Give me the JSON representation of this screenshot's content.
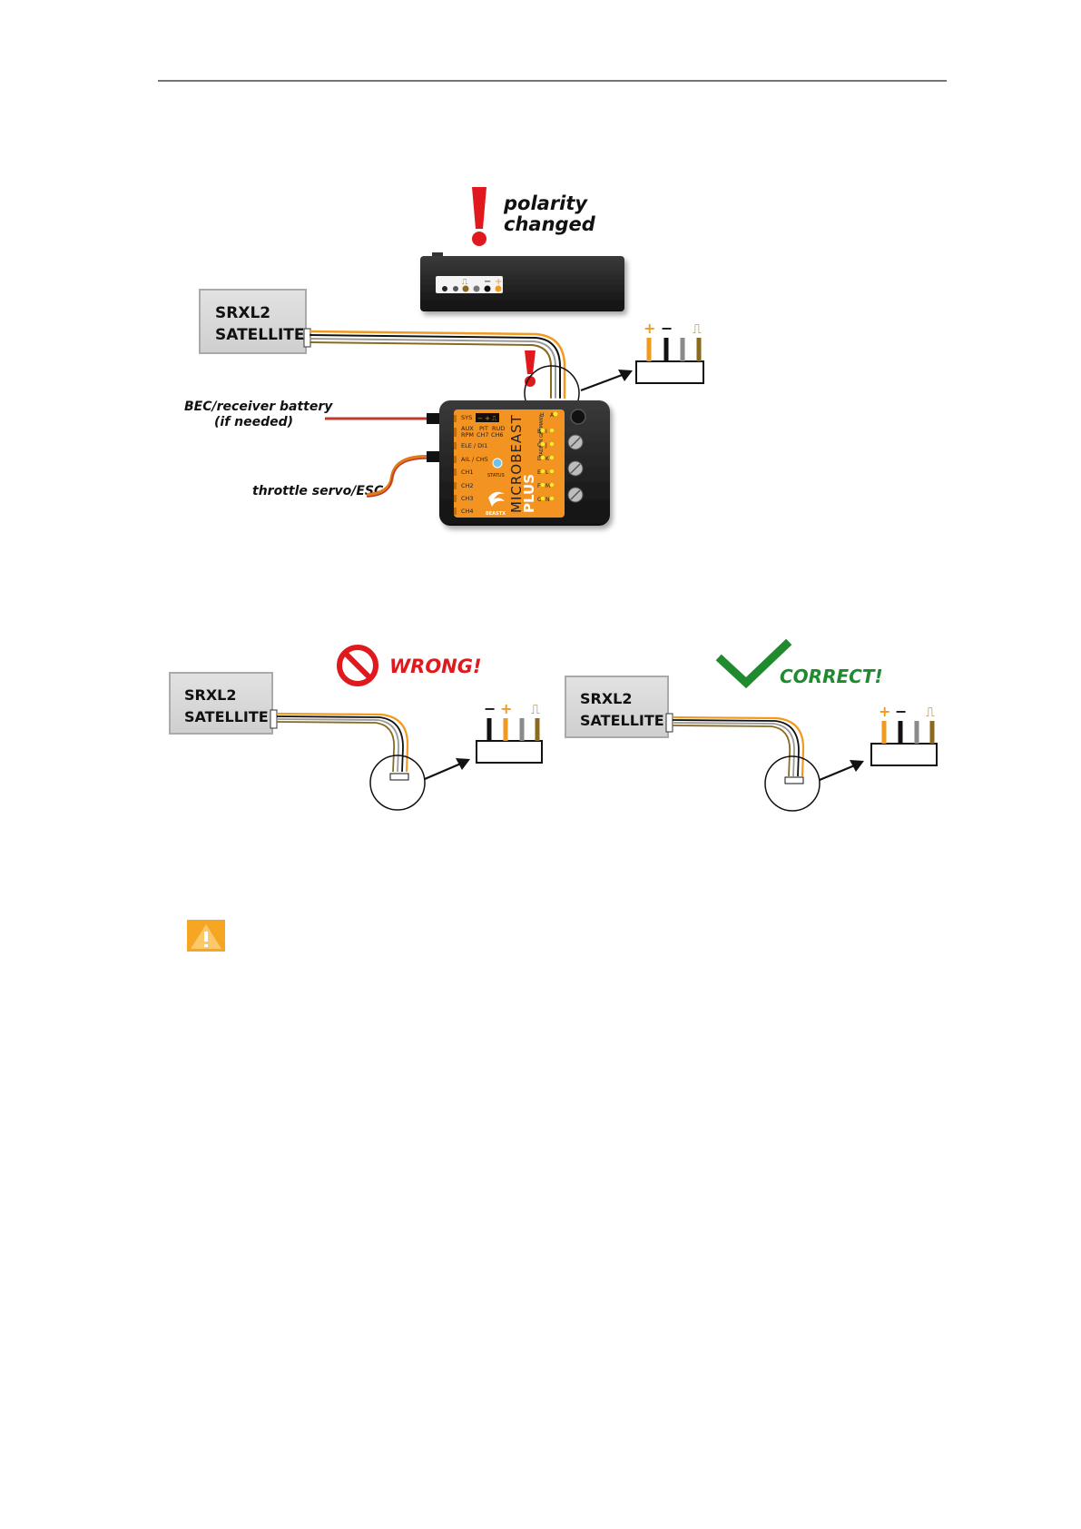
{
  "top_diagram": {
    "polarity_note_line1": "polarity",
    "polarity_note_line2": "changed",
    "satellite_line1": "SRXL2",
    "satellite_line2": "SATELLITE",
    "bec_line1": "BEC/receiver battery",
    "bec_line2": "(if needed)",
    "throttle_label": "throttle servo/ESC",
    "device": {
      "brand_line1": "MICROBEAST",
      "brand_line2": "PLUS",
      "made_in": "MADE IN GERMANY",
      "status": "STATUS",
      "maker": "BEASTX",
      "ports_left": [
        "SYS",
        "AUX",
        "RPM",
        "PIT",
        "CH7",
        "RUD",
        "CH6",
        "ELE / DI1",
        "AIL / CH5",
        "CH1",
        "CH2",
        "CH3",
        "CH4"
      ],
      "sys_symbols": "− + ⎍",
      "led_letters": [
        "A",
        "B",
        "C",
        "D",
        "E",
        "F",
        "G",
        "H",
        "I",
        "J",
        "K",
        "L",
        "M",
        "N"
      ]
    },
    "connector_symbols": [
      "+",
      "−",
      "⎍"
    ]
  },
  "wrong_diagram": {
    "verdict": "WRONG!",
    "satellite_line1": "SRXL2",
    "satellite_line2": "SATELLITE",
    "connector_symbols": [
      "−",
      "+",
      "⎍"
    ]
  },
  "correct_diagram": {
    "verdict": "CORRECT!",
    "satellite_line1": "SRXL2",
    "satellite_line2": "SATELLITE",
    "connector_symbols": [
      "+",
      "−",
      "⎍"
    ]
  },
  "colors": {
    "alert_red": "#e0191f",
    "correct_green": "#1f8a2e",
    "wire_orange": "#f29a1f",
    "wire_black": "#111111",
    "wire_gray": "#8a8a8a",
    "wire_brown": "#8a6a1e",
    "device_orange": "#f39322",
    "warning_orange": "#f5a623"
  }
}
